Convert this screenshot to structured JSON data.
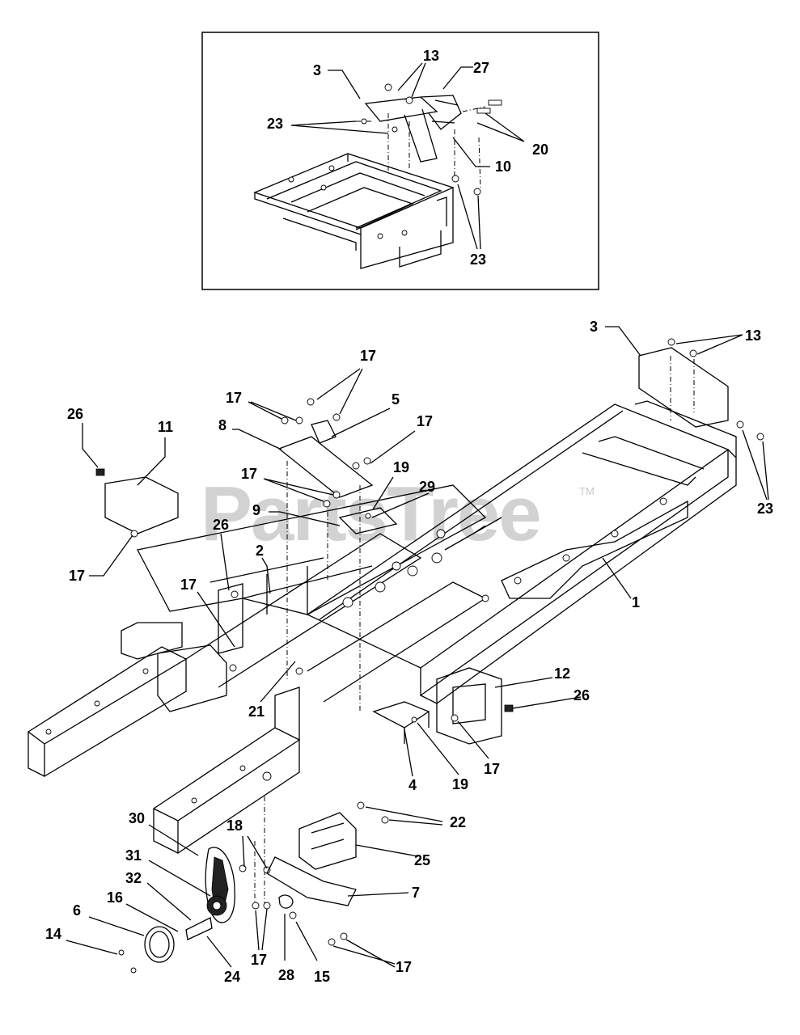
{
  "watermark": {
    "text": "PartsTree",
    "trademark": "TM"
  },
  "inset_callouts": [
    "3",
    "13",
    "27",
    "23",
    "20",
    "10",
    "23"
  ],
  "main_callouts": [
    "3",
    "13",
    "23",
    "17",
    "17",
    "5",
    "26",
    "11",
    "8",
    "17",
    "17",
    "19",
    "29",
    "9",
    "26",
    "2",
    "1",
    "17",
    "17",
    "12",
    "26",
    "21",
    "17",
    "4",
    "19",
    "30",
    "18",
    "22",
    "31",
    "25",
    "32",
    "16",
    "7",
    "6",
    "14",
    "17",
    "28",
    "15",
    "17",
    "24"
  ]
}
